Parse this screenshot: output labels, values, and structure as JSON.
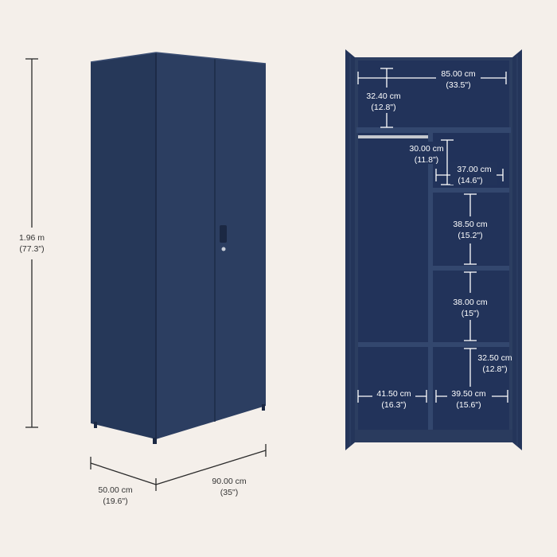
{
  "colors": {
    "background": "#f4efea",
    "cabinet": "#2c3d5f",
    "cabinet_dark": "#223251",
    "cabinet_side": "#253657",
    "interior": "#1f2e4d"
  },
  "dimensions": {
    "height": {
      "metric": "1.96 m",
      "imperial": "(77.3\")"
    },
    "depth": {
      "metric": "50.00 cm",
      "imperial": "(19.6\")"
    },
    "width": {
      "metric": "90.00 cm",
      "imperial": "(35\")"
    },
    "inner_width": {
      "metric": "85.00 cm",
      "imperial": "(33.5\")"
    },
    "top_shelf_height": {
      "metric": "32.40 cm",
      "imperial": "(12.8\")"
    },
    "shelf_depth": {
      "metric": "30.00 cm",
      "imperial": "(11.8\")"
    },
    "right_shelf_width": {
      "metric": "37.00 cm",
      "imperial": "(14.6\")"
    },
    "shelf_gap_1": {
      "metric": "38.50 cm",
      "imperial": "(15.2\")"
    },
    "shelf_gap_2": {
      "metric": "38.00 cm",
      "imperial": "(15\")"
    },
    "bottom_right_height": {
      "metric": "32.50 cm",
      "imperial": "(12.8\")"
    },
    "bottom_left_width": {
      "metric": "41.50 cm",
      "imperial": "(16.3\")"
    },
    "bottom_right_width": {
      "metric": "39.50 cm",
      "imperial": "(15.6\")"
    }
  }
}
